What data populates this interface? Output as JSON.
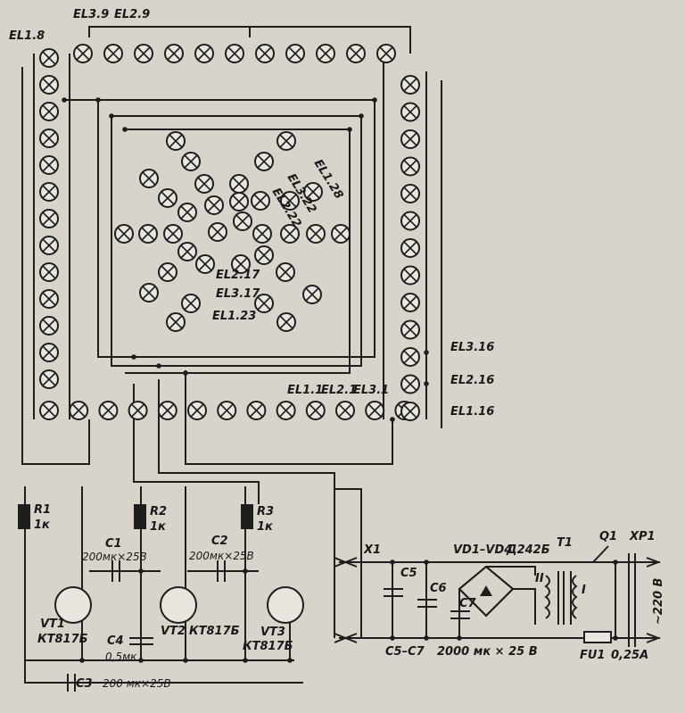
{
  "colors": {
    "paper": "#d8d4cc",
    "ink": "#1e1e1e",
    "text": "#1a1a1a"
  },
  "labels": {
    "el3_9": "EL3.9",
    "el2_9": "EL2.9",
    "el1_8": "EL1.8",
    "el1_28": "EL1.28",
    "el3_22": "EL3.22",
    "el2_22": "EL2.22",
    "el2_17": "EL2.17",
    "el3_17": "EL3.17",
    "el1_23": "EL1.23",
    "el3_16": "EL3.16",
    "el2_16": "EL2.16",
    "el1_16": "EL1.16",
    "el1_1": "EL1.1",
    "el2_1": "EL2.1",
    "el3_1": "EL3.1"
  },
  "components": {
    "r1_name": "R1",
    "r1_val": "1к",
    "r2_name": "R2",
    "r2_val": "1к",
    "r3_name": "R3",
    "r3_val": "1к",
    "c1_name": "C1",
    "c1_val": "200мк×25В",
    "c2_name": "C2",
    "c2_val": "200мк×25В",
    "c3_name": "C3",
    "c3_val": "200 мк×25В",
    "c4_name": "C4",
    "c4_val": "0,5мк",
    "vt1_name": "VT1",
    "vt1_type": "КТ817Б",
    "vt2_name": "VT2",
    "vt2_type": "КТ817Б",
    "vt3_name": "VT3",
    "vt3_type": "КТ817Б",
    "x1": "X1",
    "c5": "C5",
    "c6": "C6",
    "c7": "C7",
    "c5c7_range": "C5–C7",
    "c5c7_val": "2000 мк × 25 В",
    "vd": "VD1–VD4",
    "vd_type": "Д242Б",
    "t1": "T1",
    "t1_sec": "II",
    "t1_pri": "I",
    "q1": "Q1",
    "xp1": "XP1",
    "mains": "~220 В",
    "fu1": "FU1",
    "fu1_val": "0,25А"
  }
}
